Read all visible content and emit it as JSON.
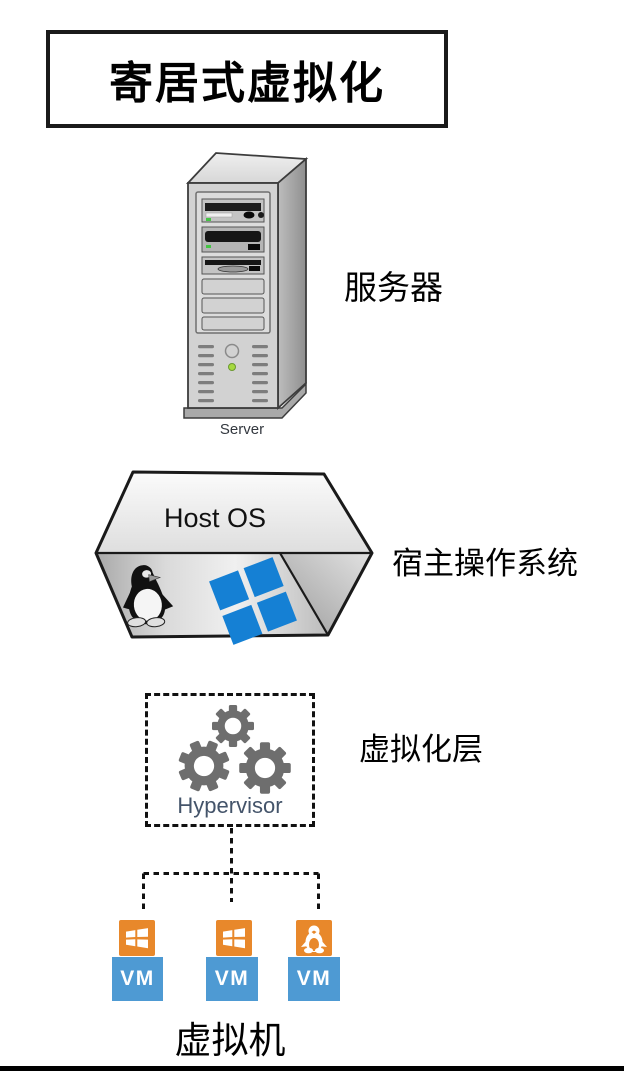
{
  "diagram": {
    "title": "寄居式虚拟化",
    "server": {
      "caption": "Server",
      "annotation": "服务器"
    },
    "host_os": {
      "label": "Host OS",
      "annotation": "宿主操作系统"
    },
    "hypervisor": {
      "label": "Hypervisor",
      "annotation": "虚拟化层"
    },
    "vm_group": {
      "annotation": "虚拟机",
      "vms": [
        {
          "label": "VM",
          "os_icon": "windows-icon"
        },
        {
          "label": "VM",
          "os_icon": "windows-icon"
        },
        {
          "label": "VM",
          "os_icon": "linux-tux-icon"
        }
      ]
    },
    "colors": {
      "windows_blue": "#1580D4",
      "vm_blue": "#4E9AD3",
      "icon_orange": "#E8882B",
      "gear_gray": "#6E6E6E",
      "hypervisor_label": "#44546A",
      "outline_black": "#1A1A1A"
    }
  }
}
